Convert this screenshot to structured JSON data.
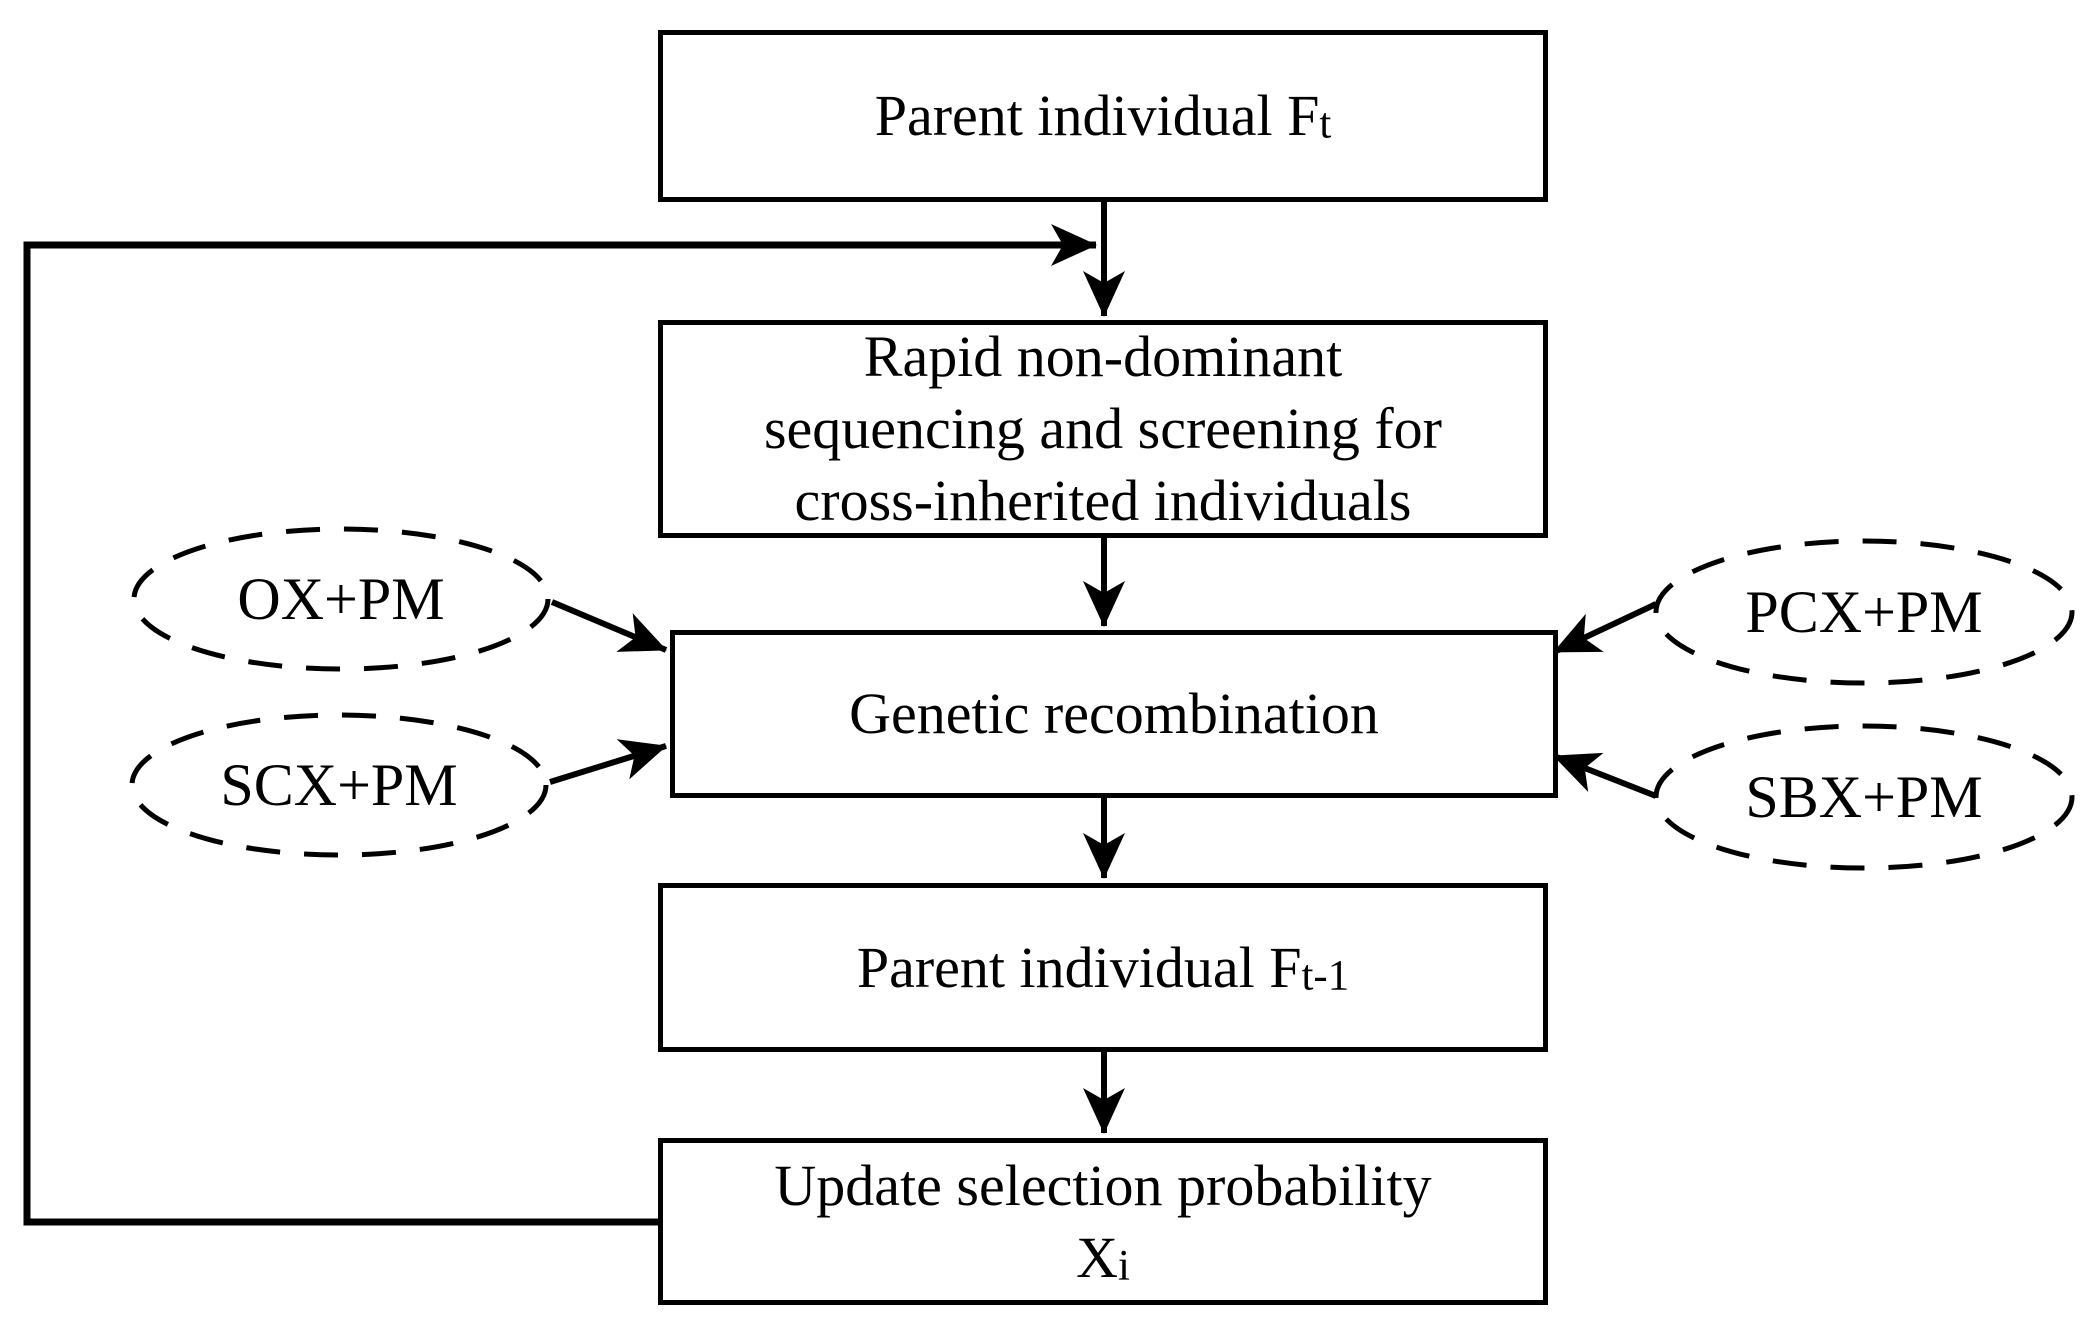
{
  "diagram": {
    "nodes": {
      "parent_ft": {
        "text": "Parent individual F",
        "subscript": "t"
      },
      "rapid_screening": {
        "lines": [
          "Rapid non-dominant",
          "sequencing and screening for",
          "cross-inherited individuals"
        ]
      },
      "genetic_recombination": {
        "text": "Genetic recombination"
      },
      "parent_ft_minus_1": {
        "text": "Parent individual F",
        "subscript": "t-1"
      },
      "update_probability": {
        "line1": "Update selection probability",
        "line2_text": "X",
        "line2_subscript": "i"
      }
    },
    "operators": {
      "ox": {
        "label": "OX+PM"
      },
      "scx": {
        "label": "SCX+PM"
      },
      "pcx": {
        "label": "PCX+PM"
      },
      "sbx": {
        "label": "SBX+PM"
      }
    },
    "colors": {
      "line": "#000000",
      "background": "#ffffff"
    }
  }
}
